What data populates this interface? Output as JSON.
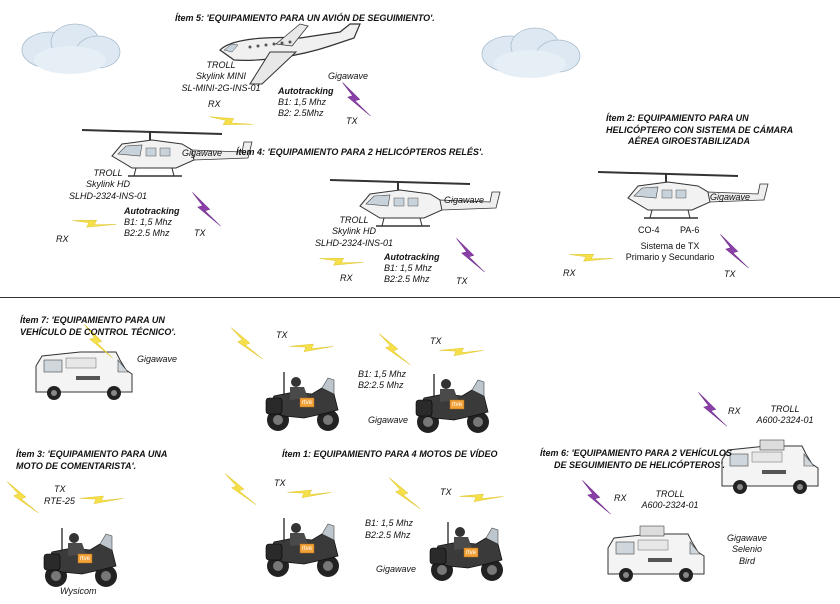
{
  "items": {
    "item5": {
      "title": "Ítem 5: 'EQUIPAMIENTO PARA UN AVIÓN DE SEGUIMIENTO'.",
      "equipment": [
        "TROLL",
        "Skylink MINI",
        "SL-MINI-2G-INS-01"
      ],
      "autotracking": "Autotracking",
      "b1": "B1: 1,5 Mhz",
      "b2": "B2: 2.5Mhz",
      "link": "Gigawave",
      "rx": "RX",
      "tx": "TX"
    },
    "item4": {
      "title": "Ítem 4: 'EQUIPAMIENTO PARA 2 HELICÓPTEROS RELÉS'.",
      "heli1": {
        "equipment": [
          "TROLL",
          "Skylink HD",
          "SLHD-2324-INS-01"
        ],
        "autotracking": "Autotracking",
        "b1": "B1: 1,5 Mhz",
        "b2": "B2:2.5 Mhz",
        "link": "Gigawave",
        "rx": "RX",
        "tx": "TX"
      },
      "heli2": {
        "equipment": [
          "TROLL",
          "Skylink HD",
          "SLHD-2324-INS-01"
        ],
        "autotracking": "Autotracking",
        "b1": "B1: 1,5 Mhz",
        "b2": "B2:2.5 Mhz",
        "link": "Gigawave",
        "rx": "RX",
        "tx": "TX"
      }
    },
    "item2": {
      "title": [
        "Ítem 2: EQUIPAMIENTO PARA UN",
        "HELICÓPTERO CON SISTEMA DE CÁMARA",
        "AÉREA GIROESTABILIZADA"
      ],
      "co": "CO-4",
      "pa": "PA-6",
      "link": "Gigawave",
      "system": [
        "Sistema de TX",
        "Primario y Secundario"
      ],
      "rx": "RX",
      "tx": "TX"
    },
    "item7": {
      "title": [
        "Ítem 7: 'EQUIPAMIENTO PARA UN",
        "VEHÍCULO DE CONTROL TÉCNICO'."
      ],
      "link": "Gigawave"
    },
    "item3": {
      "title": [
        "Ítem 3: 'EQUIPAMIENTO PARA UNA",
        "MOTO DE COMENTARISTA'."
      ],
      "tx": "TX",
      "model": "RTE-25",
      "link": "Wysicom"
    },
    "motos_top": {
      "tx": "TX",
      "b1": "B1: 1,5 Mhz",
      "b2": "B2:2.5 Mhz",
      "link": "Gigawave"
    },
    "item1": {
      "title": "Ítem 1: EQUIPAMIENTO PARA 4 MOTOS DE VÍDEO",
      "tx": "TX",
      "b1": "B1: 1,5 Mhz",
      "b2": "B2:2.5 Mhz",
      "link": "Gigawave"
    },
    "item6": {
      "title": [
        "Ítem 6: 'EQUIPAMIENTO PARA 2 VEHÍCULOS",
        "DE SEGUIMIENTO DE HELICÓPTEROS'."
      ],
      "van1": {
        "rx": "RX",
        "equipment": [
          "TROLL",
          "A600-2324-01"
        ]
      },
      "van2": {
        "rx": "RX",
        "equipment": [
          "TROLL",
          "A600-2324-01"
        ]
      },
      "link": [
        "Gigawave",
        "Selenio",
        "Bird"
      ]
    }
  },
  "moto_badge": "rtve",
  "colors": {
    "rx_bolt": "#f5e04a",
    "tx_bolt": "#8b3fa8",
    "cloud": "#dde8f2",
    "divider": "#333333"
  }
}
